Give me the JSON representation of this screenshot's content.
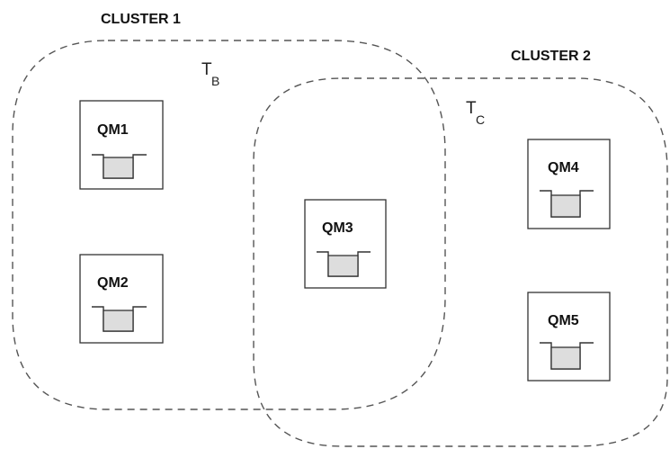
{
  "clusters": [
    {
      "label": "CLUSTER 1",
      "topic": "T",
      "topic_sub": "B"
    },
    {
      "label": "CLUSTER 2",
      "topic": "T",
      "topic_sub": "C"
    }
  ],
  "queue_managers": [
    {
      "label": "QM1",
      "clusters": [
        "CLUSTER 1"
      ]
    },
    {
      "label": "QM2",
      "clusters": [
        "CLUSTER 1"
      ]
    },
    {
      "label": "QM3",
      "clusters": [
        "CLUSTER 1",
        "CLUSTER 2"
      ]
    },
    {
      "label": "QM4",
      "clusters": [
        "CLUSTER 2"
      ]
    },
    {
      "label": "QM5",
      "clusters": [
        "CLUSTER 2"
      ]
    }
  ],
  "colors": {
    "outline": "#555555",
    "queue_fill": "#dddddd",
    "text": "#111111"
  }
}
